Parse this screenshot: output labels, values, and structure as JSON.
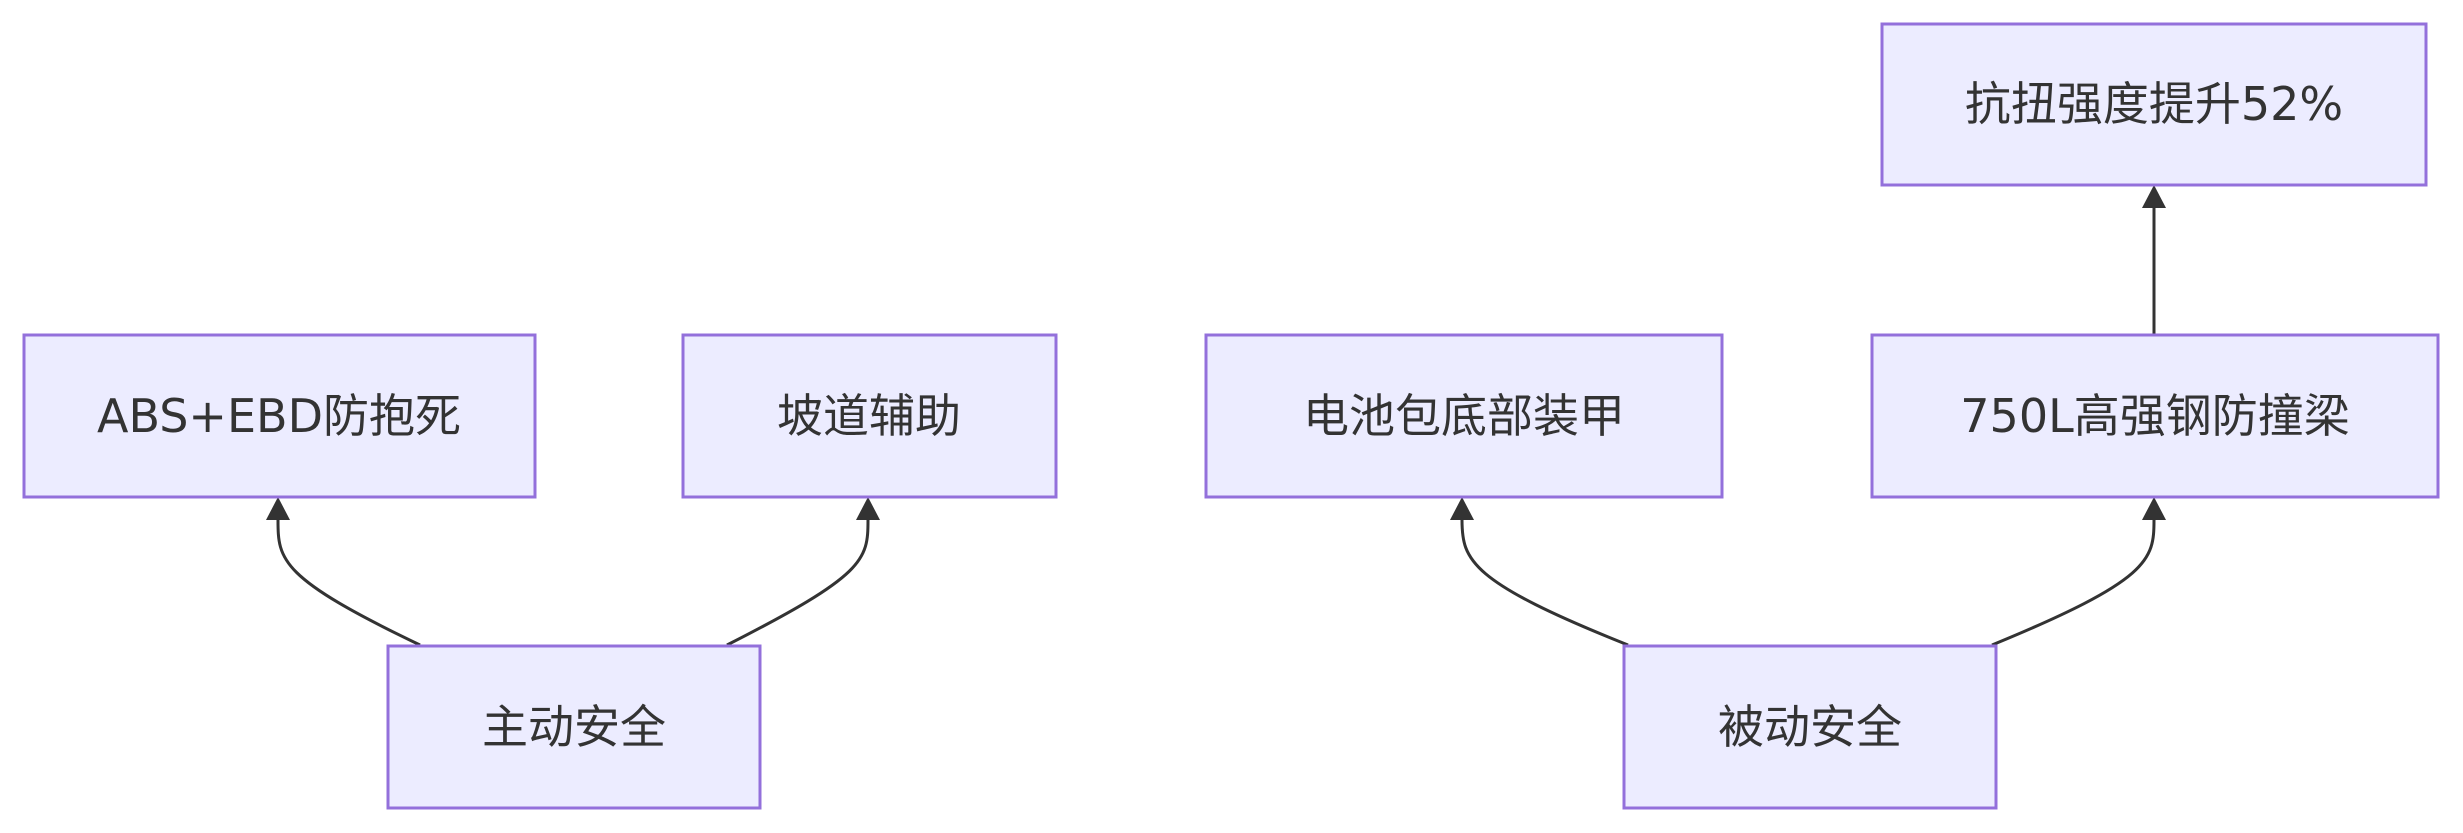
{
  "diagram": {
    "type": "flowchart",
    "direction": "bottom-to-top",
    "colors": {
      "node_fill": "#ECECFF",
      "node_stroke": "#9370DB",
      "edge": "#333333",
      "text": "#333333",
      "background": "#FFFFFF"
    },
    "nodes": {
      "active_safety": "主动安全",
      "abs_ebd": "ABS+EBD防抱死",
      "hill_assist": "坡道辅助",
      "passive_safety": "被动安全",
      "battery_armor": "电池包底部装甲",
      "crash_beam": "750L高强钢防撞梁",
      "torsion_strength": "抗扭强度提升52%"
    },
    "edges": [
      {
        "from": "active_safety",
        "to": "abs_ebd"
      },
      {
        "from": "active_safety",
        "to": "hill_assist"
      },
      {
        "from": "passive_safety",
        "to": "battery_armor"
      },
      {
        "from": "passive_safety",
        "to": "crash_beam"
      },
      {
        "from": "crash_beam",
        "to": "torsion_strength"
      }
    ]
  }
}
